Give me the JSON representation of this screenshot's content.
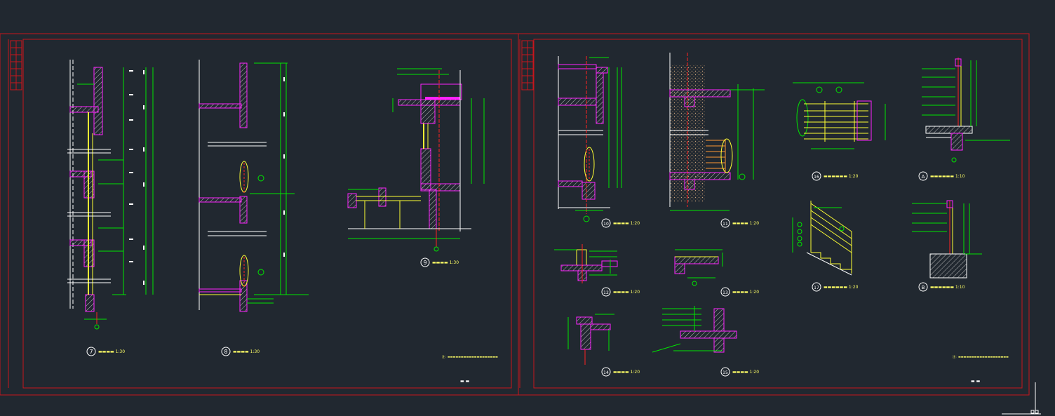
{
  "colors": {
    "background": "#212830",
    "frame": "#c8161d",
    "dimension": "#00e600",
    "wall": "#ff22ff",
    "structure": "#ffffff",
    "glazing": "#ffff33",
    "axis": "#ff2222",
    "annotation": "#ffff66"
  },
  "sheets": [
    {
      "name": "left-sheet",
      "labels": [
        {
          "num": "7",
          "title": "▬▬▬▬ 1:30"
        },
        {
          "num": "8",
          "title": "▬▬▬▬ 1:30"
        },
        {
          "num": "9",
          "title": "▬▬▬▬ 1:30"
        }
      ],
      "note": "注：▬▬▬▬▬▬▬▬▬▬▬▬▬▬▬▬▬▬▬",
      "page_mark": "▬ ▬"
    },
    {
      "name": "right-sheet",
      "labels": [
        {
          "num": "10",
          "title": "▬▬▬▬ 1:20"
        },
        {
          "num": "11",
          "title": "▬▬▬▬ 1:20"
        },
        {
          "num": "12",
          "title": "▬▬▬▬ 1:20"
        },
        {
          "num": "13",
          "title": "▬▬▬▬ 1:20"
        },
        {
          "num": "14",
          "title": "▬▬▬▬ 1:20"
        },
        {
          "num": "15",
          "title": "▬▬▬▬ 1:20"
        },
        {
          "num": "16",
          "title": "▬▬▬▬▬▬ 1:20"
        },
        {
          "num": "17",
          "title": "▬▬▬▬▬▬ 1:20"
        },
        {
          "num": "A",
          "title": "▬▬▬▬▬▬ 1:10"
        },
        {
          "num": "B",
          "title": "▬▬▬▬▬▬ 1:10"
        }
      ],
      "note": "注：▬▬▬▬▬▬▬▬▬▬▬▬▬▬▬▬▬▬▬",
      "page_mark": "▬ ▬"
    }
  ]
}
